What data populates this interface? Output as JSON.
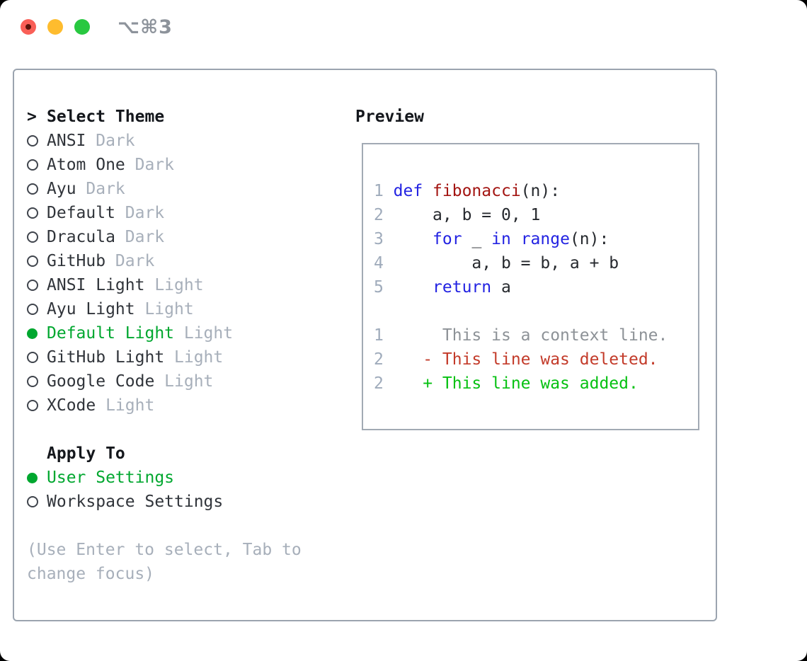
{
  "window": {
    "titlebar": {
      "title": "⌥⌘3",
      "traffic_lights": [
        "close",
        "minimize",
        "zoom"
      ]
    }
  },
  "theme_panel": {
    "list": {
      "prompt": ">",
      "header": "Select Theme",
      "items": [
        {
          "name": "ANSI",
          "variant": "Dark",
          "selected": false
        },
        {
          "name": "Atom One",
          "variant": "Dark",
          "selected": false
        },
        {
          "name": "Ayu",
          "variant": "Dark",
          "selected": false
        },
        {
          "name": "Default",
          "variant": "Dark",
          "selected": false
        },
        {
          "name": "Dracula",
          "variant": "Dark",
          "selected": false
        },
        {
          "name": "GitHub",
          "variant": "Dark",
          "selected": false
        },
        {
          "name": "ANSI Light",
          "variant": "Light",
          "selected": false
        },
        {
          "name": "Ayu Light",
          "variant": "Light",
          "selected": false
        },
        {
          "name": "Default Light",
          "variant": "Light",
          "selected": true
        },
        {
          "name": "GitHub Light",
          "variant": "Light",
          "selected": false
        },
        {
          "name": "Google Code",
          "variant": "Light",
          "selected": false
        },
        {
          "name": "XCode",
          "variant": "Light",
          "selected": false
        }
      ]
    },
    "apply_to": {
      "header": "Apply To",
      "options": [
        {
          "name": "User Settings",
          "selected": true
        },
        {
          "name": "Workspace Settings",
          "selected": false
        }
      ]
    },
    "hint": "(Use Enter to select, Tab to change focus)"
  },
  "preview": {
    "header": "Preview",
    "code_lines": [
      {
        "num": "1",
        "s0": "def ",
        "s1": "fibonacci",
        "s2": "(n):"
      },
      {
        "num": "2",
        "s0": "    a, b = 0, 1"
      },
      {
        "num": "3",
        "s0": "    ",
        "s1": "for",
        "s2": " _ ",
        "s3": "in",
        "s4": " ",
        "s5": "range",
        "s6": "(n):"
      },
      {
        "num": "4",
        "s0": "        a, b = b, a + b"
      },
      {
        "num": "5",
        "s0": "    ",
        "s1": "return",
        "s2": " a"
      }
    ],
    "diff_lines": [
      {
        "num": "1",
        "kind": "context",
        "text": "     This is a context line."
      },
      {
        "num": "2",
        "kind": "deleted",
        "text": "   - This line was deleted."
      },
      {
        "num": "2",
        "kind": "added",
        "text": "   + This line was added."
      }
    ]
  },
  "colors": {
    "accent_green": "#00a72f",
    "added_green": "#06c112",
    "deleted_red": "#c33b2a",
    "keyword_blue": "#2323e2",
    "function_red": "#a31512",
    "dim_gray": "#a7afba",
    "line_number_gray": "#9fabbb",
    "panel_border": "#9ba4af",
    "traffic_red": "#f95f57",
    "traffic_yellow": "#febc2e",
    "traffic_green": "#28c840"
  }
}
